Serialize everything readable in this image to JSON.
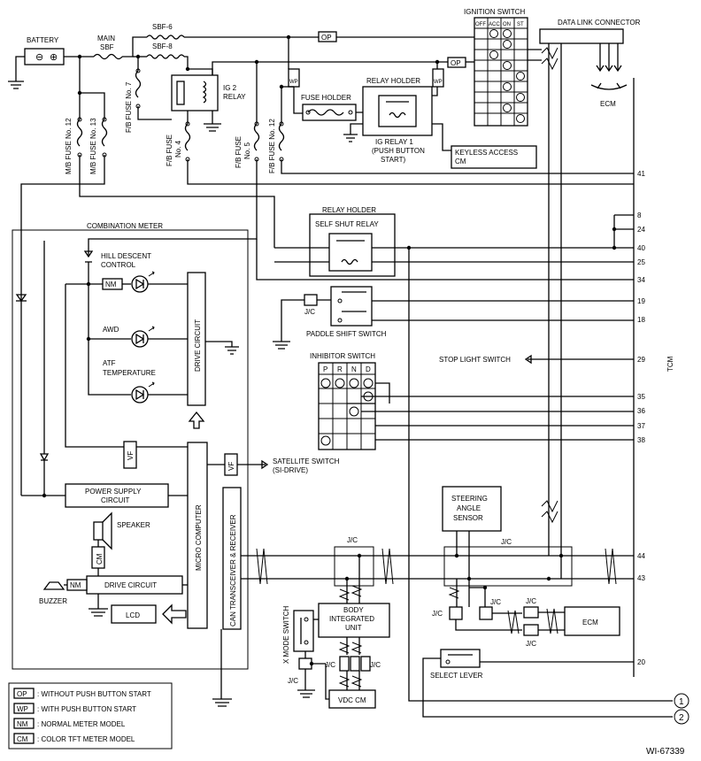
{
  "labels": {
    "battery": "BATTERY",
    "main_sbf": "MAIN",
    "main_sbf2": "SBF",
    "sbf6": "SBF-6",
    "sbf8": "SBF-8",
    "fb_fuse7": "F/B FUSE No. 7",
    "mb_fuse12": "M/B FUSE No. 12",
    "mb_fuse13": "M/B FUSE No. 13",
    "fb_fuse4a": "F/B FUSE",
    "fb_fuse4b": "No. 4",
    "fb_fuse5a": "F/B FUSE",
    "fb_fuse5b": "No. 5",
    "fb_fuse12": "F/B FUSE No. 12",
    "ig2_relay_a": "IG 2",
    "ig2_relay_b": "RELAY",
    "fuse_holder": "FUSE HOLDER",
    "relay_holder_top": "RELAY HOLDER",
    "ig_relay1_a": "IG RELAY 1",
    "ig_relay1_b": "(PUSH BUTTON",
    "ig_relay1_c": "START)",
    "keyless_a": "KEYLESS ACCESS",
    "keyless_b": "CM",
    "ignition_switch": "IGNITION SWITCH",
    "ign_off": "OFF",
    "ign_acc": "ACC",
    "ign_on": "ON",
    "ign_st": "ST",
    "data_link": "DATA LINK CONNECTOR",
    "ecm_top": "ECM",
    "op": "OP",
    "wp": "WP",
    "nm": "NM",
    "cm": "CM",
    "vf": "VF",
    "combination_meter": "COMBINATION METER",
    "hill_a": "HILL DESCENT",
    "hill_b": "CONTROL",
    "awd": "AWD",
    "atf_a": "ATF",
    "atf_b": "TEMPERATURE",
    "drive_circuit_v": "DRIVE CIRCUIT",
    "power_supply_a": "POWER SUPPLY",
    "power_supply_b": "CIRCUIT",
    "speaker": "SPEAKER",
    "drive_circuit": "DRIVE CIRCUIT",
    "buzzer": "BUZZER",
    "lcd": "LCD",
    "micro": "MICRO COMPUTER",
    "can": "CAN TRANSCEIVER & RECEIVER",
    "relay_holder_mid": "RELAY HOLDER",
    "self_shut": "SELF SHUT RELAY",
    "jc": "J/C",
    "paddle": "PADDLE SHIFT SWITCH",
    "inhibitor": "INHIBITOR SWITCH",
    "inh_p": "P",
    "inh_r": "R",
    "inh_n": "N",
    "inh_d": "D",
    "stop_light": "STOP LIGHT SWITCH",
    "satellite_a": "SATELLITE SWITCH",
    "satellite_b": "(SI-DRIVE)",
    "steering_a": "STEERING",
    "steering_b": "ANGLE",
    "steering_c": "SENSOR",
    "body_a": "BODY",
    "body_b": "INTEGRATED",
    "body_c": "UNIT",
    "xmode": "X MODE SWITCH",
    "vdc": "VDC CM",
    "select_lever": "SELECT LEVER",
    "ecm_bottom": "ECM",
    "tcm": "TCM",
    "circle1": "1",
    "circle2": "2",
    "diagram_id": "WI-67339"
  },
  "tcm_pins": [
    "41",
    "8",
    "24",
    "40",
    "25",
    "34",
    "19",
    "18",
    "29",
    "35",
    "36",
    "37",
    "38",
    "44",
    "43",
    "20"
  ],
  "legend": [
    {
      "code": "OP",
      "text": ": WITHOUT PUSH BUTTON START"
    },
    {
      "code": "WP",
      "text": ": WITH PUSH BUTTON START"
    },
    {
      "code": "NM",
      "text": ": NORMAL METER MODEL"
    },
    {
      "code": "CM",
      "text": ": COLOR TFT METER MODEL"
    }
  ]
}
